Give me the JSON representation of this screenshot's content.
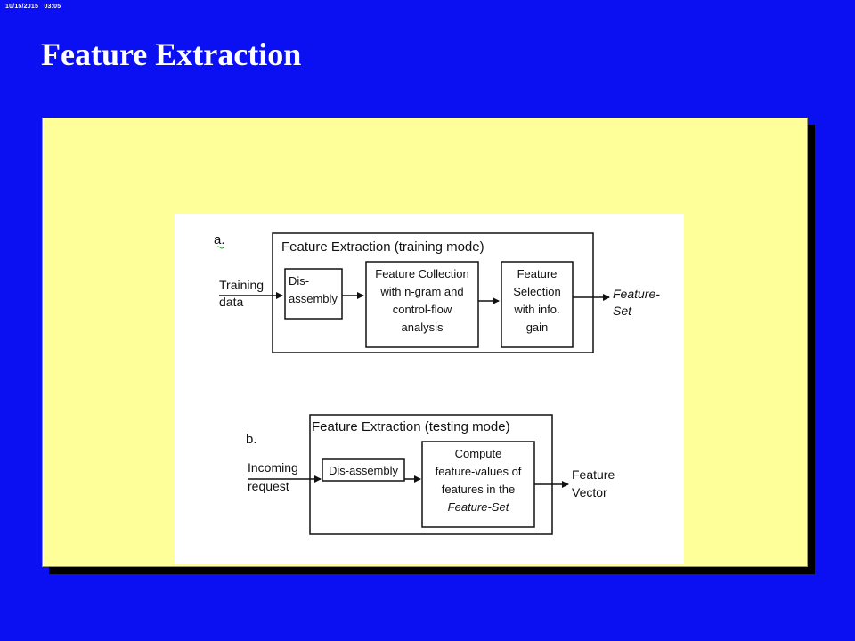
{
  "header": {
    "timestamp": "10/15/2015   03:05",
    "title": "Feature Extraction"
  },
  "diagram": {
    "a": {
      "label": "a.",
      "container_title": "Feature Extraction (training mode)",
      "input": [
        "Training",
        "data"
      ],
      "boxes": [
        [
          "Dis-",
          "assembly"
        ],
        [
          "Feature Collection",
          "with n-gram and",
          "control-flow",
          "analysis"
        ],
        [
          "Feature",
          "Selection",
          "with info.",
          "gain"
        ]
      ],
      "output": [
        "Feature-",
        "Set"
      ]
    },
    "b": {
      "label": "b.",
      "container_title": "Feature Extraction (testing mode)",
      "input": [
        "Incoming",
        "request"
      ],
      "boxes": [
        [
          "Dis-assembly"
        ],
        [
          "Compute",
          "feature-values of",
          "features in the",
          "Feature-Set"
        ]
      ],
      "output": [
        "Feature",
        "Vector"
      ]
    }
  }
}
